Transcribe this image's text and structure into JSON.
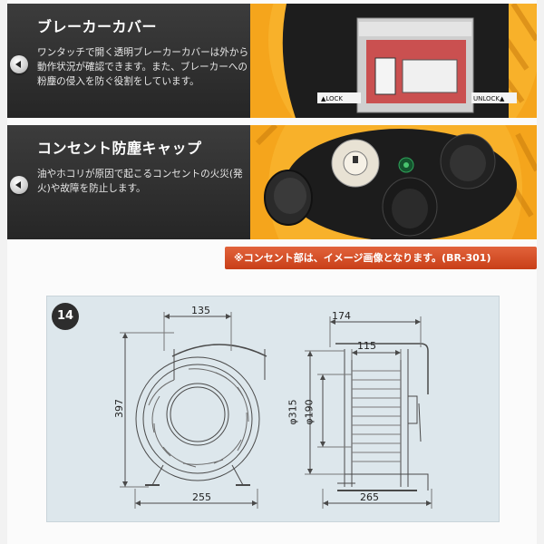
{
  "sections": [
    {
      "heading": "ブレーカーカバー",
      "body": "ワンタッチで開く透明ブレーカーカバーは外から動作状況が確認できます。また、ブレーカーへの粉塵の侵入を防ぐ役割をしています。",
      "icon": "chevron-left-icon"
    },
    {
      "heading": "コンセント防塵キャップ",
      "body": "油やホコリが原因で起こるコンセントの火災(発火)や故障を防止します。",
      "icon": "chevron-left-icon"
    }
  ],
  "photo_labels": {
    "lock": "▲LOCK",
    "unlock": "UNLOCK▲"
  },
  "notice": "※コンセント部は、イメージ画像となります。(BR-301)",
  "diagram": {
    "badge": "14",
    "dimensions": {
      "front_top": "135",
      "front_height": "397",
      "front_base": "255",
      "side_top": "174",
      "side_inner": "115",
      "side_outer_dia": "φ315",
      "side_inner_dia": "φ190",
      "side_base": "265"
    }
  },
  "colors": {
    "accent_orange": "#f29a1c",
    "notice_red": "#d24a22",
    "panel_dark": "#2f2f2f",
    "diagram_bg": "#dde7ec"
  }
}
